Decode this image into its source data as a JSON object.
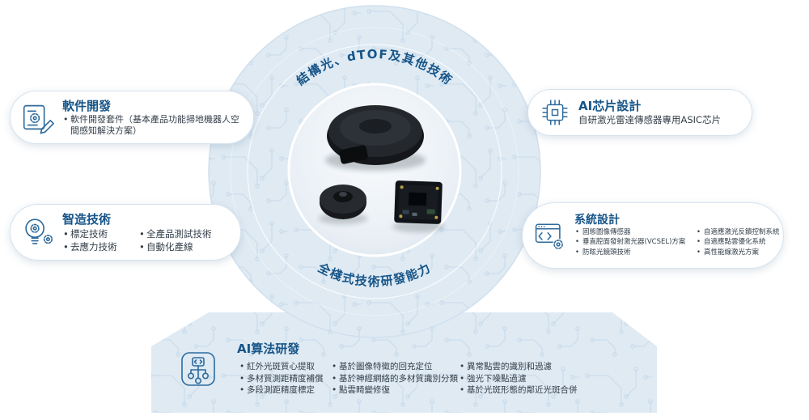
{
  "center": {
    "top_arc_label": "結構光、dTOF及其他技術",
    "bottom_arc_label": "全棧式技術研發能力"
  },
  "cards": {
    "software": {
      "title": "軟件開發",
      "items": [
        "軟件開發套件（基本產品功能掃地機器人空間感知解決方案）"
      ]
    },
    "manufacturing": {
      "title": "智造技術",
      "col1": [
        "標定技術",
        "去應力技術"
      ],
      "col2": [
        "全產品測試技術",
        "自動化產線"
      ]
    },
    "chip": {
      "title": "AI芯片設計",
      "desc": "自研激光雷達傳感器專用ASIC芯片"
    },
    "system": {
      "title": "系統設計",
      "col1": [
        "固態圖像傳感器",
        "垂直腔面發射激光器(VCSEL)方案",
        "防眩光鏡頭技術"
      ],
      "col2": [
        "自適應激光反饋控制系統",
        "自適應點雲優化系統",
        "高性能線激光方案"
      ]
    }
  },
  "banner": {
    "title": "AI算法研發",
    "col1": [
      "紅外光斑質心提取",
      "多材質測距精度補償",
      "多段測距精度標定"
    ],
    "col2": [
      "基於圖像特徵的回充定位",
      "基於神經網絡的多材質識別分類",
      "點雲畸變修復"
    ],
    "col3": [
      "異常點雲的識別和過濾",
      "強光下噪點過濾",
      "基於光斑形態的鄰近光斑合併"
    ]
  },
  "icons": {
    "software": "blueprint-pencil-icon",
    "manufacturing": "bulb-gears-icon",
    "chip": "chip-icon",
    "system": "window-code-gear-icon",
    "algorithm": "flowchart-code-icon"
  },
  "colors": {
    "accent": "#175588",
    "panel": "#dfeaf3",
    "trace": "#c6daea",
    "card_border": "#d6e3ef",
    "body_text": "#333f4a"
  }
}
